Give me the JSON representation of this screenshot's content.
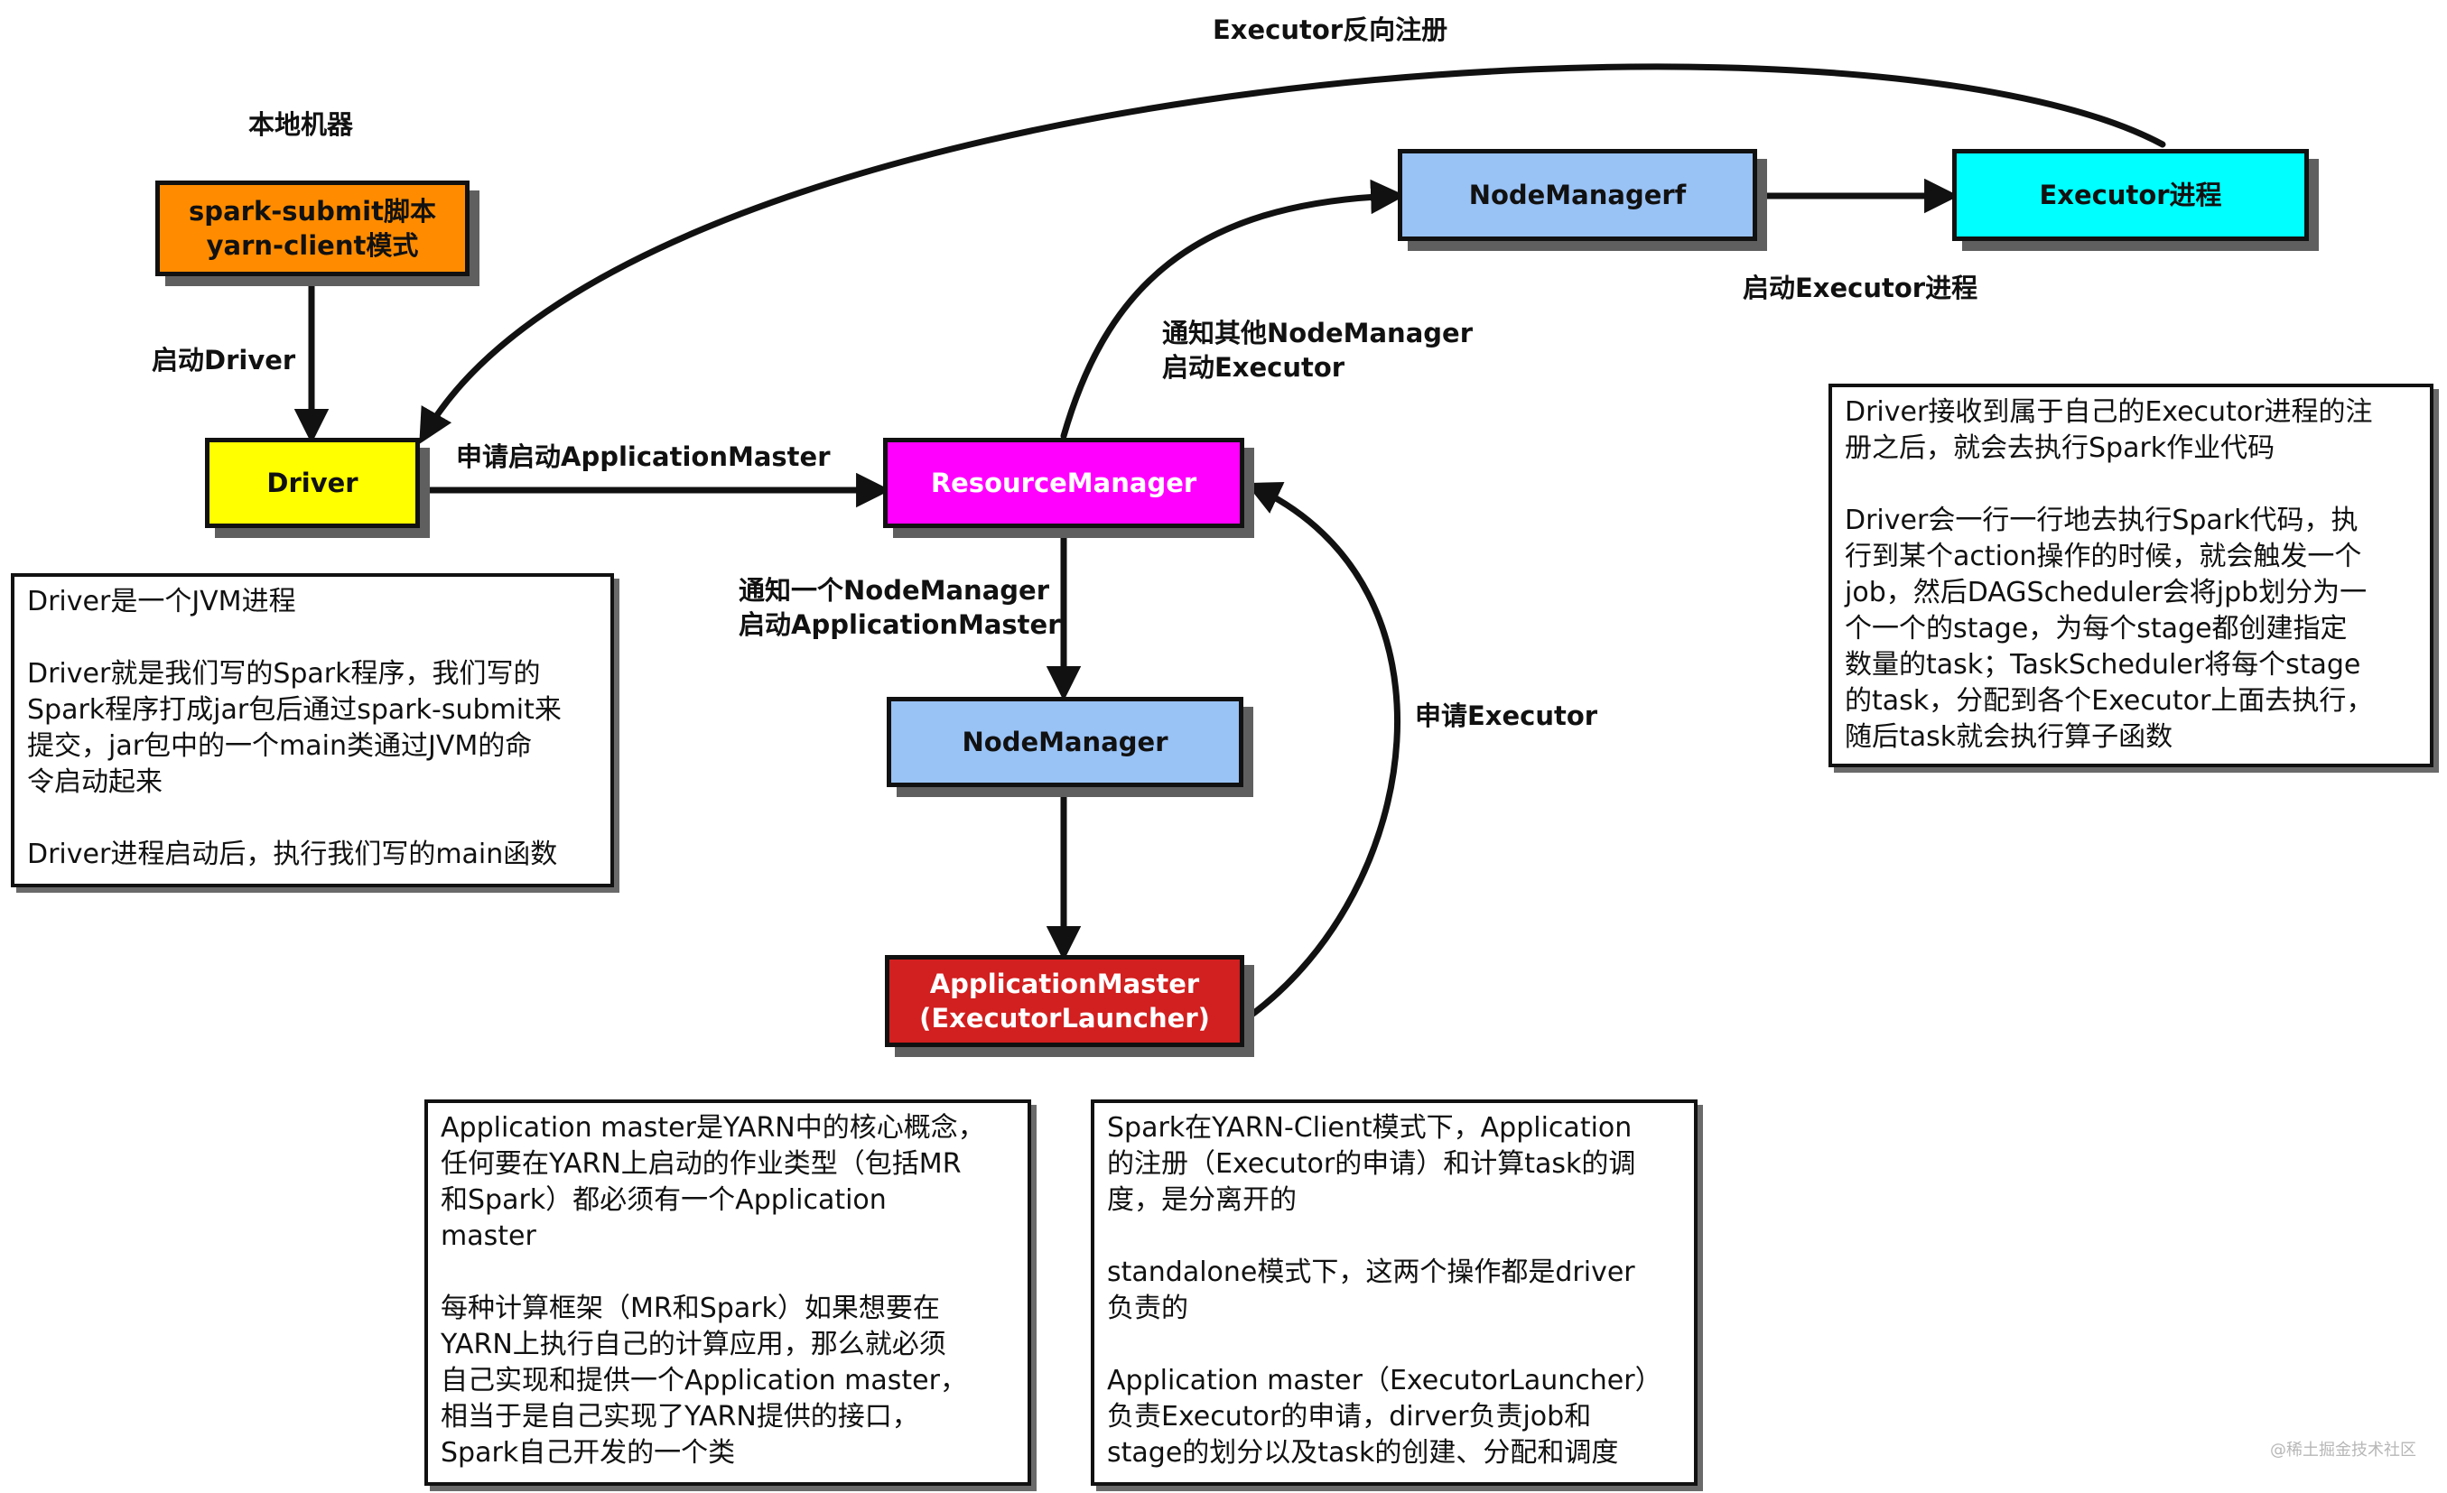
{
  "labels": {
    "executor_reverse_register": "Executor反向注册",
    "local_machine": "本地机器",
    "start_driver": "启动Driver",
    "request_start_am": "申请启动ApplicationMaster",
    "notify_other_nm": "通知其他NodeManager\n启动Executor",
    "start_executor_process": "启动Executor进程",
    "notify_one_nm": "通知一个NodeManager\n启动ApplicationMaster",
    "request_executor": "申请Executor"
  },
  "nodes": {
    "spark_submit": "spark-submit脚本\nyarn-client模式",
    "driver": "Driver",
    "resource_manager": "ResourceManager",
    "node_manager_f": "NodeManagerf",
    "executor_process": "Executor进程",
    "node_manager": "NodeManager",
    "application_master": "ApplicationMaster\n(ExecutorLauncher)"
  },
  "colors": {
    "spark_submit": "#ff8c00",
    "driver": "#ffff00",
    "resource_manager": "#ff00ff",
    "node_manager": "#99c2f5",
    "executor_process": "#00ffff",
    "application_master": "#d21f1f"
  },
  "notes": {
    "driver_note": [
      "Driver是一个JVM进程",
      "Driver就是我们写的Spark程序，我们写的\nSpark程序打成jar包后通过spark-submit来\n提交，jar包中的一个main类通过JVM的命\n令启动起来",
      "Driver进程启动后，执行我们写的main函数"
    ],
    "executor_note": [
      "Driver接收到属于自己的Executor进程的注\n册之后，就会去执行Spark作业代码",
      "Driver会一行一行地去执行Spark代码，执\n行到某个action操作的时候，就会触发一个\njob，然后DAGScheduler会将jpb划分为一\n个一个的stage，为每个stage都创建指定\n数量的task；TaskScheduler将每个stage\n的task，分配到各个Executor上面去执行，\n随后task就会执行算子函数"
    ],
    "am_note": [
      "Application master是YARN中的核心概念，\n任何要在YARN上启动的作业类型（包括MR\n和Spark）都必须有一个Application\nmaster",
      "每种计算框架（MR和Spark）如果想要在\nYARN上执行自己的计算应用，那么就必须\n自己实现和提供一个Application master，\n相当于是自己实现了YARN提供的接口，\nSpark自己开发的一个类"
    ],
    "yarn_client_note": [
      "Spark在YARN-Client模式下，Application\n的注册（Executor的申请）和计算task的调\n度，是分离开的",
      "standalone模式下，这两个操作都是driver\n负责的",
      "Application master（ExecutorLauncher）\n负责Executor的申请，dirver负责job和\nstage的划分以及task的创建、分配和调度"
    ]
  },
  "watermark": "@稀土掘金技术社区"
}
